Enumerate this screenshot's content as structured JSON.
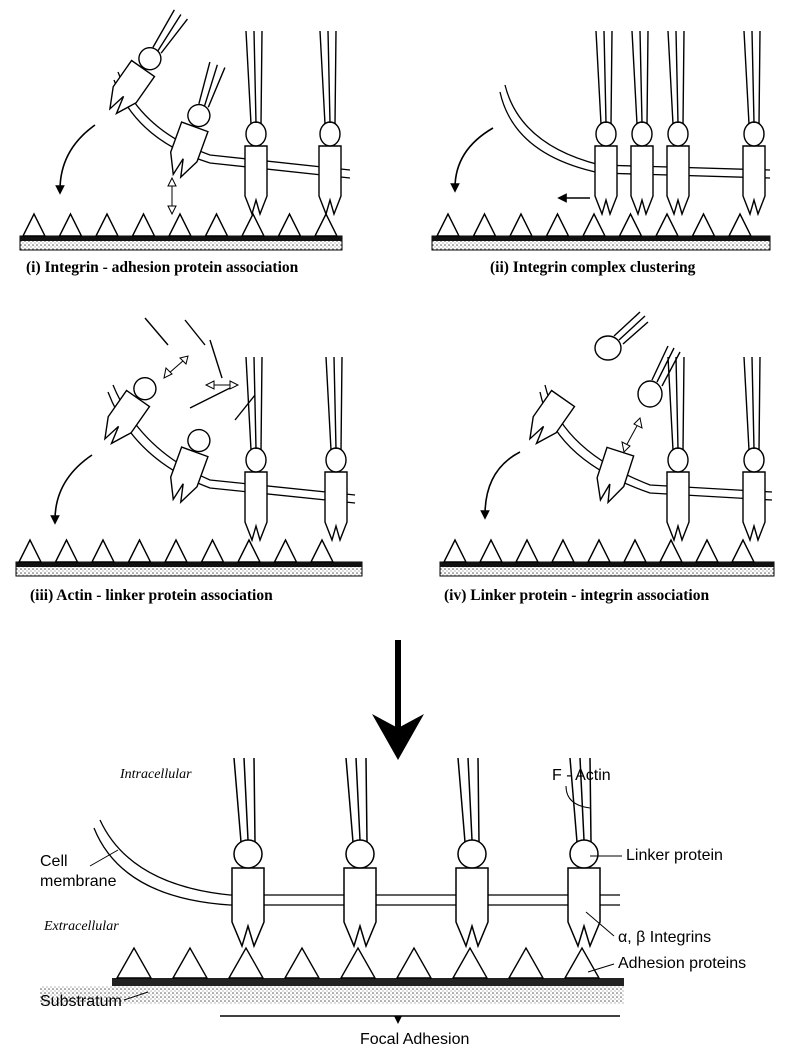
{
  "panels": {
    "p1": {
      "caption": "(i) Integrin - adhesion protein association"
    },
    "p2": {
      "caption": "(ii) Integrin complex clustering"
    },
    "p3": {
      "caption": "(iii) Actin - linker protein association"
    },
    "p4": {
      "caption": "(iv) Linker protein - integrin association"
    }
  },
  "final": {
    "intracellular": "Intracellular",
    "extracellular": "Extracellular",
    "f_actin": "F - Actin",
    "cell_membrane_line1": "Cell",
    "cell_membrane_line2": "membrane",
    "linker_protein": "Linker protein",
    "integrins": "α, β Integrins",
    "adhesion_proteins": "Adhesion proteins",
    "substratum": "Substratum",
    "focal_adhesion": "Focal Adhesion"
  },
  "colors": {
    "ink": "#000000",
    "paper": "#ffffff",
    "stipple": "#777777"
  }
}
